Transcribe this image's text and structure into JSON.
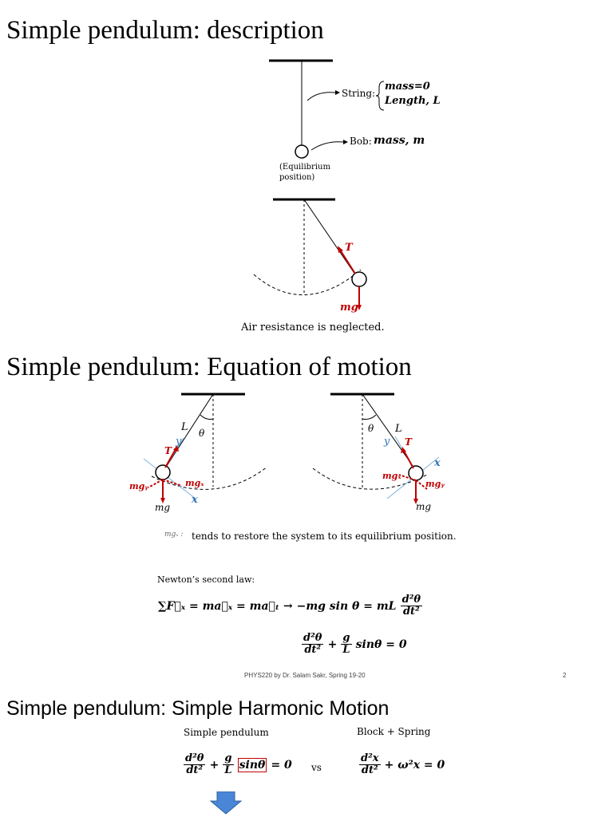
{
  "section1": {
    "title": "Simple pendulum: description",
    "string_label": "String:",
    "string_mass": "mass=0",
    "string_length": "Length, L",
    "bob_label": "Bob:",
    "bob_mass": "mass, m",
    "equilibrium_line1": "(Equilibrium",
    "equilibrium_line2": "position)",
    "tension_label": "T",
    "weight_label": "mg",
    "air_note": "Air resistance is neglected."
  },
  "section2": {
    "title": "Simple pendulum: Equation of motion",
    "L_label": "L",
    "theta_label": "θ",
    "y_label": "y",
    "x_label": "x",
    "T_label": "T",
    "mg_label": "mg",
    "mgx_label": "mgₓ",
    "mgy_label": "mgᵧ",
    "restore_symbol": "mgₓ :",
    "restore_note": "tends to restore the system to its equilibrium position.",
    "newton_label": "Newton’s second law:",
    "eq1_left": "∑F⃗ₓ = ma⃗ₓ = ma⃗ₜ → −mg sin θ = mL",
    "eq1_num": "d²θ",
    "eq1_den": "dt²",
    "eq2_num1": "d²θ",
    "eq2_den1": "dt²",
    "eq2_plus": "+",
    "eq2_num2": "g",
    "eq2_den2": "L",
    "eq2_tail": "sinθ = 0",
    "footer": "PHYS220 by Dr. Salam Sakr, Spring 19-20",
    "page_number": "2"
  },
  "section3": {
    "title": "Simple pendulum: Simple Harmonic Motion",
    "col1_label": "Simple pendulum",
    "col2_label": "Block + Spring",
    "vs": "vs",
    "eqA_num1": "d²θ",
    "eqA_den1": "dt²",
    "eqA_plus": "+",
    "eqA_num2": "g",
    "eqA_den2": "L",
    "eqA_boxed": "sinθ",
    "eqA_tail": "= 0",
    "eqB_num": "d²x",
    "eqB_den": "dt²",
    "eqB_tail": "+ ω²x = 0"
  },
  "colors": {
    "vector_red": "#c00000",
    "axis_blue": "#2e75b6",
    "arrow_blue": "#4a86d8"
  }
}
